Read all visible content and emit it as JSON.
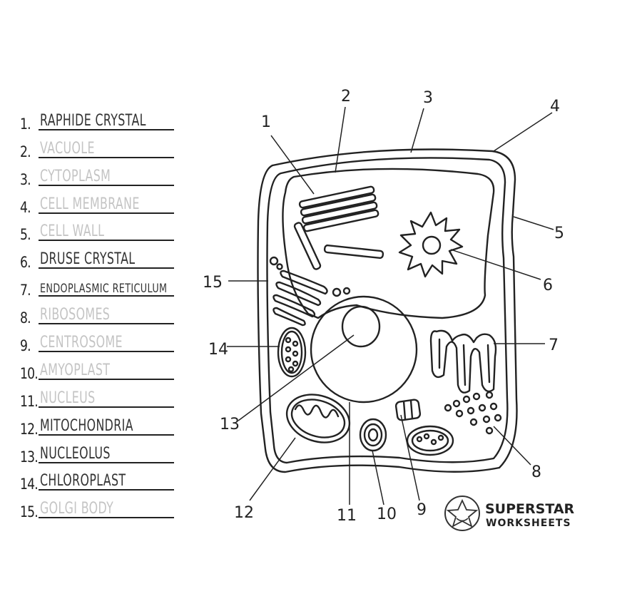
{
  "answers": [
    {
      "num": "1.",
      "text": "RAPHIDE CRYSTAL",
      "filled": true
    },
    {
      "num": "2.",
      "text": "VACUOLE",
      "filled": false
    },
    {
      "num": "3.",
      "text": "CYTOPLASM",
      "filled": false
    },
    {
      "num": "4.",
      "text": "CELL MEMBRANE",
      "filled": false
    },
    {
      "num": "5.",
      "text": "CELL WALL",
      "filled": false
    },
    {
      "num": "6.",
      "text": "DRUSE CRYSTAL",
      "filled": true
    },
    {
      "num": "7.",
      "text": "ENDOPLASMIC RETICULUM",
      "filled": true
    },
    {
      "num": "8.",
      "text": "RIBOSOMES",
      "filled": false
    },
    {
      "num": "9.",
      "text": "CENTROSOME",
      "filled": false
    },
    {
      "num": "10.",
      "text": "AMYOPLAST",
      "filled": false
    },
    {
      "num": "11.",
      "text": "NUCLEUS",
      "filled": false
    },
    {
      "num": "12.",
      "text": "MITOCHONDRIA",
      "filled": true
    },
    {
      "num": "13.",
      "text": "NUCLEOLUS",
      "filled": true
    },
    {
      "num": "14.",
      "text": "CHLOROPLAST",
      "filled": true
    },
    {
      "num": "15.",
      "text": "GOLGI BODY",
      "filled": false
    }
  ],
  "callouts": [
    "1",
    "2",
    "3",
    "4",
    "5",
    "6",
    "7",
    "8",
    "9",
    "10",
    "11",
    "12",
    "13",
    "14",
    "15"
  ],
  "logo": {
    "line1": "SUPERSTAR",
    "line2": "WORKSHEETS"
  },
  "colors": {
    "ink": "#222222",
    "filled_text": "#333333",
    "faded_text": "#c4c4c4"
  }
}
